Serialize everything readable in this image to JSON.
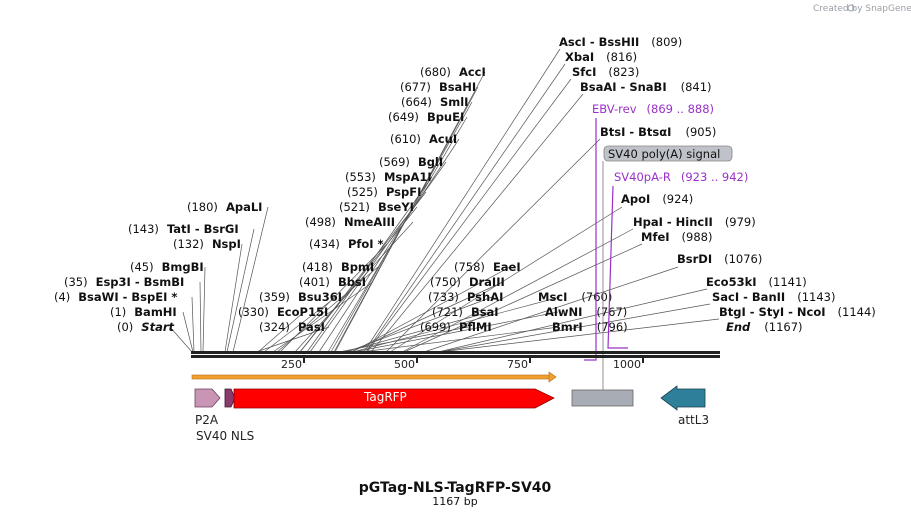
{
  "watermark": "Created by SnapGene",
  "plasmid": {
    "name": "pGTag-NLS-TagRFP-SV40",
    "length": "1167 bp"
  },
  "ruler_ticks": [
    "250",
    "500",
    "750",
    "1000"
  ],
  "sites": [
    {
      "pos": "(0)",
      "name": "Start",
      "italic": true
    },
    {
      "pos": "(1)",
      "name": "BamHI"
    },
    {
      "pos": "(4)",
      "name": "BsaWI  -  BspEI *"
    },
    {
      "pos": "(35)",
      "name": "Esp3I  -  BsmBI"
    },
    {
      "pos": "(45)",
      "name": "BmgBI"
    },
    {
      "pos": "(132)",
      "name": "NspI"
    },
    {
      "pos": "(143)",
      "name": "TatI  -  BsrGI"
    },
    {
      "pos": "(180)",
      "name": "ApaLI"
    },
    {
      "pos": "(324)",
      "name": "PasI"
    },
    {
      "pos": "(330)",
      "name": "EcoP15I"
    },
    {
      "pos": "(359)",
      "name": "Bsu36I"
    },
    {
      "pos": "(401)",
      "name": "BbsI"
    },
    {
      "pos": "(418)",
      "name": "BpmI"
    },
    {
      "pos": "(434)",
      "name": "PfoI *"
    },
    {
      "pos": "(498)",
      "name": "NmeAIII"
    },
    {
      "pos": "(521)",
      "name": "BseYI"
    },
    {
      "pos": "(525)",
      "name": "PspFI"
    },
    {
      "pos": "(553)",
      "name": "MspA1I"
    },
    {
      "pos": "(569)",
      "name": "BglI"
    },
    {
      "pos": "(610)",
      "name": "AcuI"
    },
    {
      "pos": "(649)",
      "name": "BpuEI"
    },
    {
      "pos": "(664)",
      "name": "SmlI"
    },
    {
      "pos": "(677)",
      "name": "BsaHI"
    },
    {
      "pos": "(680)",
      "name": "AccI"
    },
    {
      "pos": "(699)",
      "name": "PflMI"
    },
    {
      "pos": "(721)",
      "name": "BsaI"
    },
    {
      "pos": "(733)",
      "name": "PshAI"
    },
    {
      "pos": "(750)",
      "name": "DraIII"
    },
    {
      "pos": "(758)",
      "name": "EaeI"
    },
    {
      "pos": "(760)",
      "name": "MscI"
    },
    {
      "pos": "(767)",
      "name": "AlwNI"
    },
    {
      "pos": "(796)",
      "name": "BmrI"
    },
    {
      "pos": "(809)",
      "name": "AscI  -  BssHII"
    },
    {
      "pos": "(816)",
      "name": "XbaI"
    },
    {
      "pos": "(823)",
      "name": "SfcI"
    },
    {
      "pos": "(841)",
      "name": "BsaAI  -  SnaBI"
    },
    {
      "pos": "(905)",
      "name": "BtsI  -  BtsαI"
    },
    {
      "pos": "(924)",
      "name": "ApoI"
    },
    {
      "pos": "(979)",
      "name": "HpaI  -  HincII"
    },
    {
      "pos": "(988)",
      "name": "MfeI"
    },
    {
      "pos": "(1076)",
      "name": "BsrDI"
    },
    {
      "pos": "(1141)",
      "name": "Eco53kI"
    },
    {
      "pos": "(1143)",
      "name": "SacI  -  BanII"
    },
    {
      "pos": "(1144)",
      "name": "BtgI  -  StyI  -  NcoI"
    },
    {
      "pos": "(1167)",
      "name": "End",
      "italic": true
    }
  ],
  "primers": [
    {
      "name": "EBV-rev",
      "range": "(869 .. 888)"
    },
    {
      "name": "SV40pA-R",
      "range": "(923 .. 942)"
    }
  ],
  "features": [
    {
      "name": "P2A"
    },
    {
      "name": "SV40 NLS"
    },
    {
      "name": "TagRFP"
    },
    {
      "name": "SV40 poly(A) signal"
    },
    {
      "name": "attL3"
    }
  ],
  "colors": {
    "p2a": "#c896b4",
    "nls": "#8b3a6e",
    "tagrfp": "#ff0000",
    "sv40polya": "#a8adb5",
    "attl3": "#2e7f9a",
    "orf": "#f0a030",
    "primer": "#9b30c8",
    "line": "#555555"
  }
}
